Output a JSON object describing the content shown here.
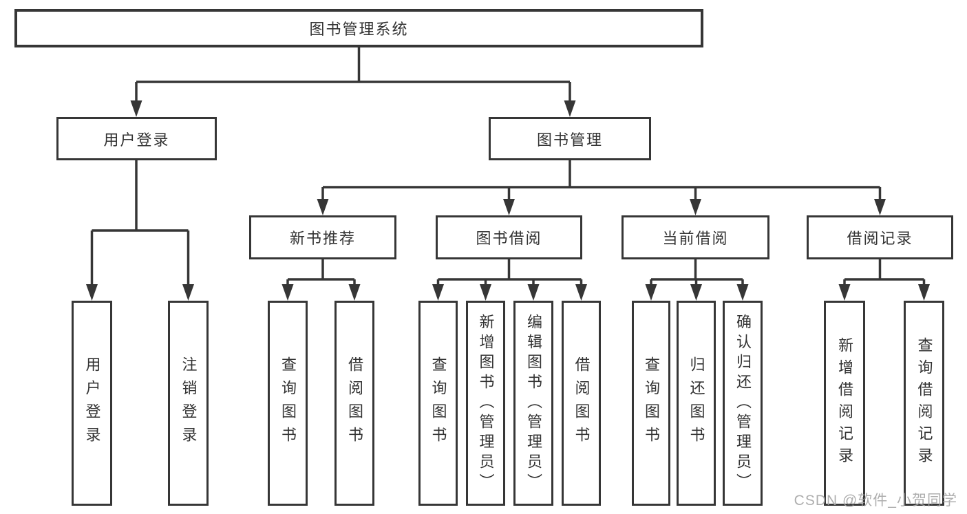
{
  "diagram_title": "图书管理系统",
  "tree": {
    "label": "图书管理系统",
    "children": [
      {
        "label": "用户登录",
        "children": [
          {
            "label": "用户登录"
          },
          {
            "label": "注销登录"
          }
        ]
      },
      {
        "label": "图书管理",
        "children": [
          {
            "label": "新书推荐",
            "children": [
              {
                "label": "查询图书"
              },
              {
                "label": "借阅图书"
              }
            ]
          },
          {
            "label": "图书借阅",
            "children": [
              {
                "label": "查询图书"
              },
              {
                "label": "新增图书（管理员）"
              },
              {
                "label": "编辑图书（管理员）"
              },
              {
                "label": "借阅图书"
              }
            ]
          },
          {
            "label": "当前借阅",
            "children": [
              {
                "label": "查询图书"
              },
              {
                "label": "归还图书"
              },
              {
                "label": "确认归还（管理员）"
              }
            ]
          },
          {
            "label": "借阅记录",
            "children": [
              {
                "label": "新增借阅记录"
              },
              {
                "label": "查询借阅记录"
              }
            ]
          }
        ]
      }
    ]
  },
  "watermark": {
    "text": "CSDN @软件_小贺同学"
  },
  "colors": {
    "line": "#363636",
    "box_border": "#363636",
    "text": "#333333",
    "watermark": "#a5a5a5",
    "background": "#ffffff"
  }
}
